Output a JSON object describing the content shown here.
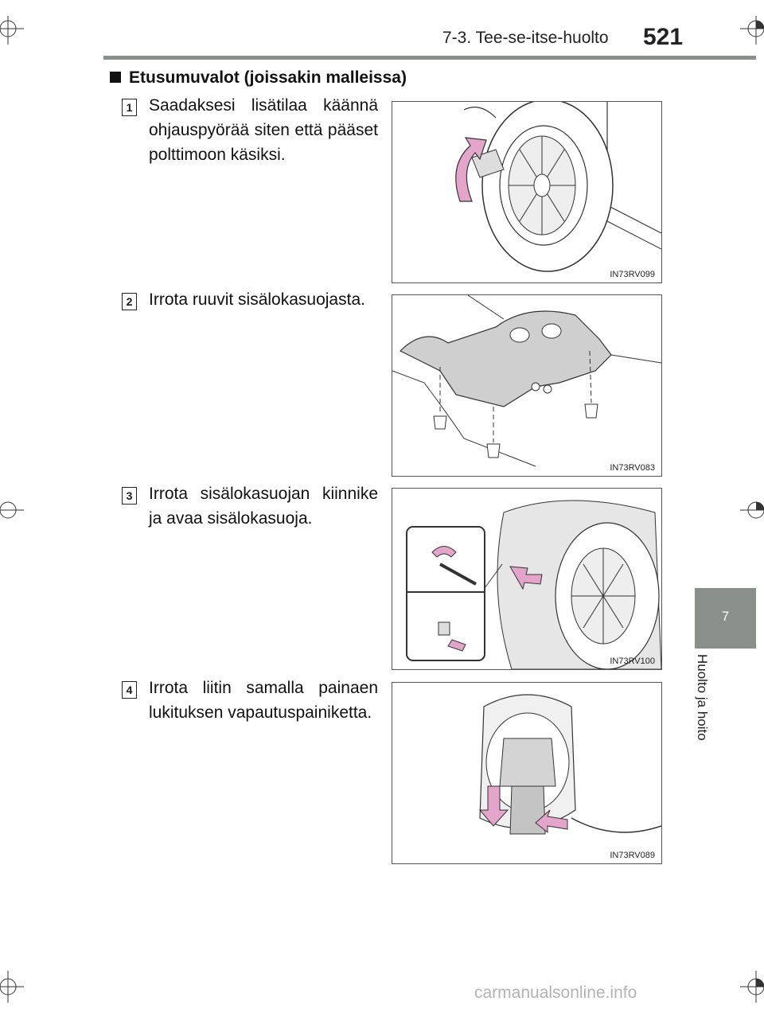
{
  "header": {
    "section": "7-3. Tee-se-itse-huolto",
    "page_number": "521"
  },
  "side_tab": {
    "chapter_number": "7",
    "chapter_title": "Huolto ja hoito"
  },
  "section_title": "Etusumuvalot (joissakin malleissa)",
  "steps": [
    {
      "number": "1",
      "text": "Saadaksesi lisätilaa käännä ohjauspyörää siten että pääset polttimoon käsiksi.",
      "figure_code": "IN73RV099"
    },
    {
      "number": "2",
      "text": "Irrota ruuvit sisälokasuojasta.",
      "figure_code": "IN73RV083"
    },
    {
      "number": "3",
      "text": "Irrota sisälokasuojan kiinnike ja avaa sisälokasuoja.",
      "figure_code": "IN73RV100"
    },
    {
      "number": "4",
      "text": "Irrota liitin samalla painaen lukituksen vapautuspainiketta.",
      "figure_code": "IN73RV089"
    }
  ],
  "watermark": "carmanualsonline.info",
  "colors": {
    "tab_gray": "#8a8f8c",
    "arrow_pink": "#e3a5c9",
    "part_gray": "#d8d8d8"
  }
}
